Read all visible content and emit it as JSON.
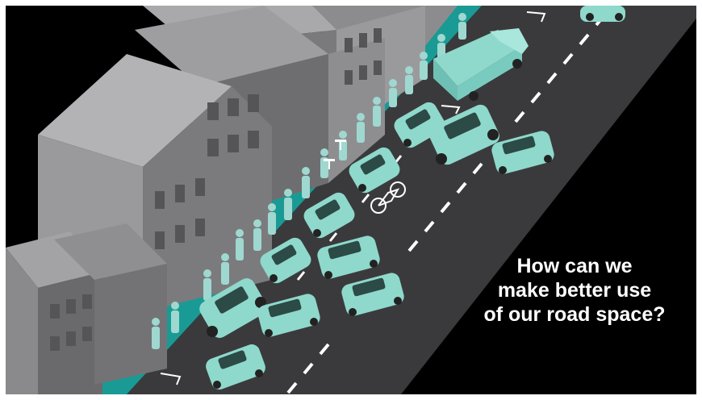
{
  "headline": {
    "lines": [
      "How can we",
      "make better use",
      "of our road space?"
    ]
  },
  "colors": {
    "background": "#000000",
    "road": "#3a3a3c",
    "sidewalk": "#1a9a94",
    "vehicle": "#8fd8cc",
    "building_light": "#a6a6a8",
    "building_mid": "#868688",
    "building_dark": "#616163",
    "pedestrian": "#9fd8d0",
    "text": "#ffffff"
  }
}
